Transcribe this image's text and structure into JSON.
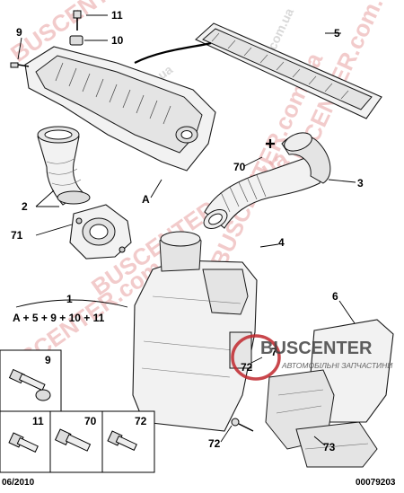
{
  "callouts": {
    "c1": "1",
    "c2": "2",
    "c3": "3",
    "c4": "4",
    "c5": "5",
    "c6": "6",
    "c7": "7",
    "c9": "9",
    "c10": "10",
    "c11": "11",
    "c70": "70",
    "c71": "71",
    "c72a": "72",
    "c72b": "72",
    "c73": "73",
    "cA": "A"
  },
  "formula": "A + 5 + 9 + 10 + 11",
  "fastener_boxes": {
    "b9": "9",
    "b11": "11",
    "b70": "70",
    "b72": "72"
  },
  "footer": {
    "date": "06/2010",
    "ref": "00079203"
  },
  "watermark": {
    "brand": "BUSCENTER",
    "tagline": "АВТОМОБІЛЬНІ ЗАПЧАСТИНИ",
    "domain": "BUSCENTER.com.ua",
    "tld": ".com.ua",
    "logo_color": "#c0272d"
  }
}
